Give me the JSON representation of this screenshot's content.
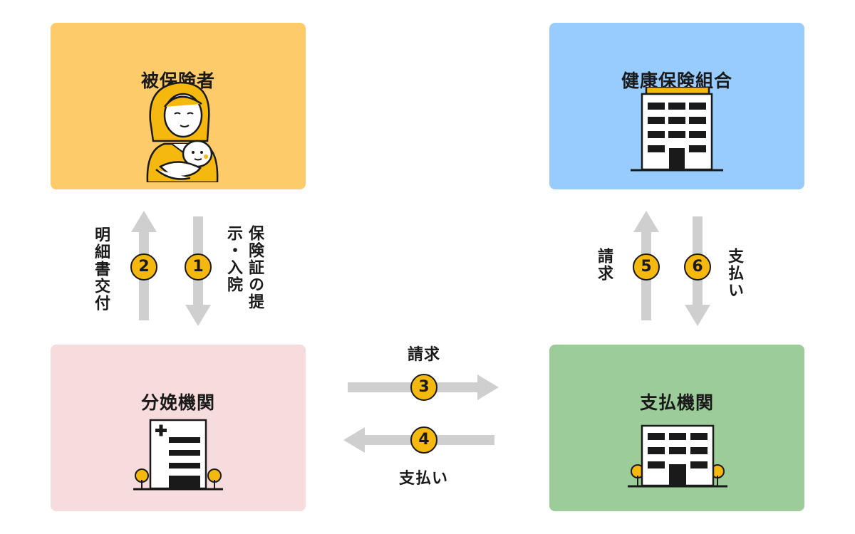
{
  "nodes": {
    "insured": {
      "title": "被保険者",
      "color": "#fdcb69"
    },
    "insurer": {
      "title": "健康保険組合",
      "color": "#99ccfe"
    },
    "hospital": {
      "title": "分娩機関",
      "color": "#f7dcdd"
    },
    "payer": {
      "title": "支払機関",
      "color": "#9ccc9a"
    }
  },
  "steps": {
    "s1": {
      "num": "1",
      "label": "保険証の提示・入院"
    },
    "s2": {
      "num": "2",
      "label": "明細書交付"
    },
    "s3": {
      "num": "3",
      "label": "請求"
    },
    "s4": {
      "num": "4",
      "label": "支払い"
    },
    "s5": {
      "num": "5",
      "label": "請求"
    },
    "s6": {
      "num": "6",
      "label": "支払い"
    }
  },
  "colors": {
    "arrow": "#cfcfcf",
    "badge": "#f5b80f",
    "ink": "#1a1a1a"
  },
  "icons": {
    "insured": "mother-with-baby-icon",
    "insurer": "office-building-icon",
    "hospital": "hospital-building-icon",
    "payer": "office-building-with-trees-icon"
  }
}
